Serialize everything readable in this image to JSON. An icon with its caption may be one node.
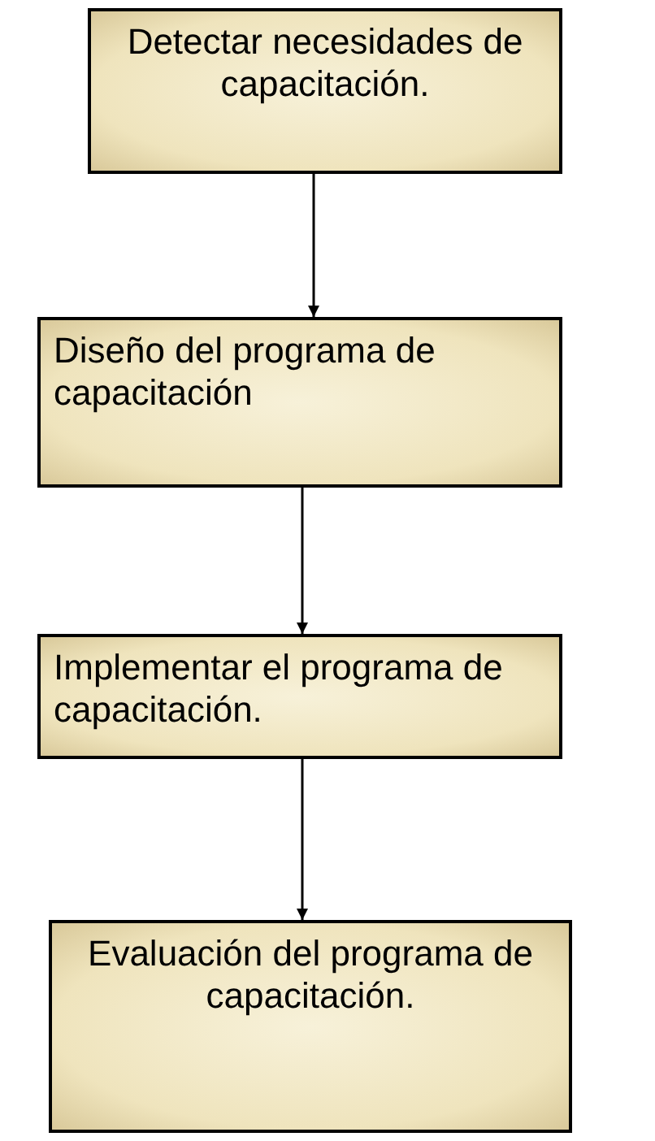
{
  "diagram": {
    "nodes": [
      {
        "text": [
          "Detectar necesidades de capacitación."
        ]
      },
      {
        "text": [
          "Diseño del programa de capacitación"
        ]
      },
      {
        "text": [
          "Implementar el programa de capacitación."
        ]
      },
      {
        "text": [
          "Evaluación del programa de capacitación."
        ]
      }
    ],
    "edges": [
      {
        "from": 0,
        "to": 1,
        "arrow": "to"
      },
      {
        "from": 1,
        "to": 2,
        "arrow": "to"
      },
      {
        "from": 2,
        "to": 3,
        "arrow": "to"
      }
    ]
  }
}
